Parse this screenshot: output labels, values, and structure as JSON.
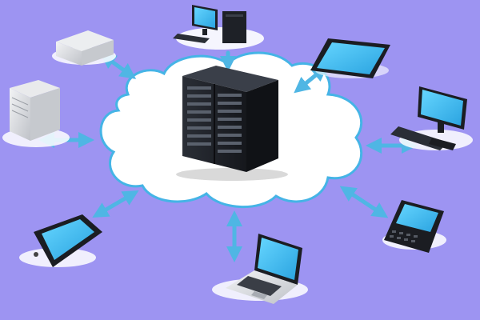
{
  "colors": {
    "background": "#9d94f2",
    "cloud_fill": "#ffffff",
    "cloud_outline": "#45b4e6",
    "arrow": "#4fb6e4",
    "screen": "#3fc0f2",
    "server_rack": "#1e2127",
    "device_dark": "#1b1d22",
    "device_light": "#d7d9dd"
  },
  "diagram": {
    "hub": {
      "name": "server-rack",
      "icon": "server-rack-icon"
    },
    "devices": [
      {
        "name": "desktop-computer-top",
        "icon": "desktop-computer-icon"
      },
      {
        "name": "tablet",
        "icon": "tablet-icon"
      },
      {
        "name": "desktop-computer-right",
        "icon": "desktop-computer-icon"
      },
      {
        "name": "smartphone-keyboard",
        "icon": "smartphone-keyboard-icon"
      },
      {
        "name": "laptop",
        "icon": "laptop-icon"
      },
      {
        "name": "mobile-phone",
        "icon": "mobile-phone-icon"
      },
      {
        "name": "tower-server",
        "icon": "tower-server-icon"
      },
      {
        "name": "network-storage",
        "icon": "network-storage-icon"
      }
    ]
  }
}
